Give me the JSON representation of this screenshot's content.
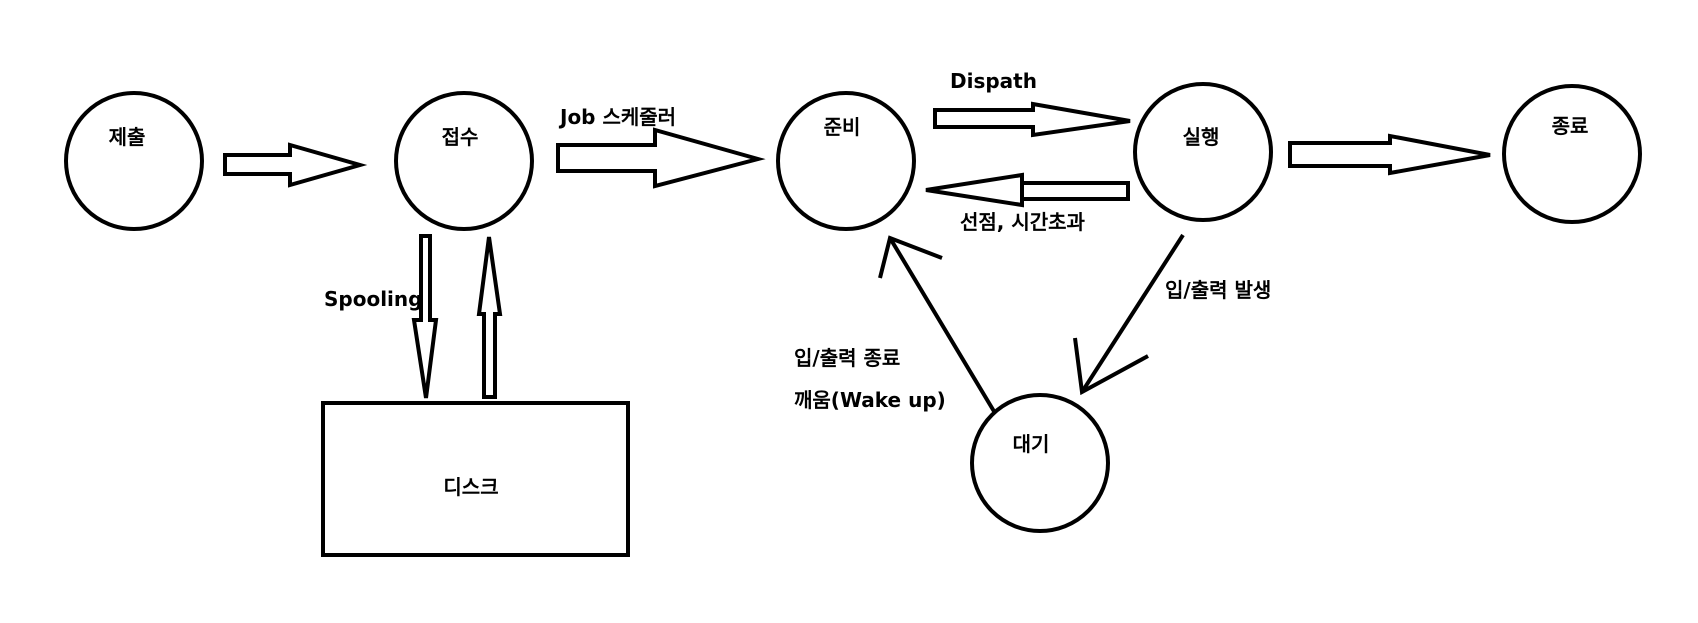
{
  "colors": {
    "stroke": "#000000",
    "background": "#ffffff"
  },
  "nodes": {
    "submit": "제출",
    "accept": "접수",
    "ready": "준비",
    "run": "실행",
    "exit": "종료",
    "wait": "대기",
    "disk": "디스크"
  },
  "edges": {
    "job_scheduler": "Job 스케줄러",
    "dispatch": "Dispath",
    "preempt_timeout": "선점, 시간초과",
    "io_occur": "입/출력 발생",
    "io_done": "입/출력 종료",
    "wakeup": "깨움(Wake up)",
    "spooling": "Spooling"
  }
}
